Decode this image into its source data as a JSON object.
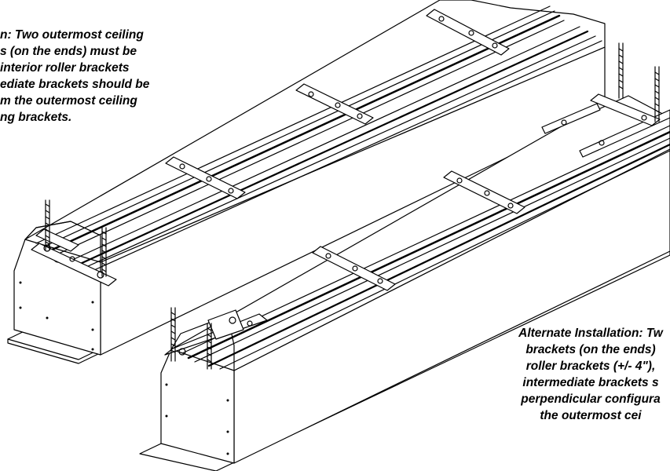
{
  "captions": {
    "top_lines": [
      "n: Two outermost ceiling",
      "s (on the ends) must be",
      "interior roller brackets",
      "ediate brackets should be",
      "m the outermost ceiling",
      "ng brackets."
    ],
    "bottom_lines": [
      "Alternate Installation: Tw",
      "brackets (on the ends)",
      "roller brackets (+/- 4\"),",
      "intermediate brackets s",
      "perpendicular configura",
      "the outermost cei"
    ]
  },
  "colors": {
    "ink": "#000000",
    "paper": "#ffffff"
  },
  "parts": [
    "screen-housing",
    "ceiling-bracket",
    "threaded-rod",
    "roller-slot",
    "end-cap"
  ]
}
